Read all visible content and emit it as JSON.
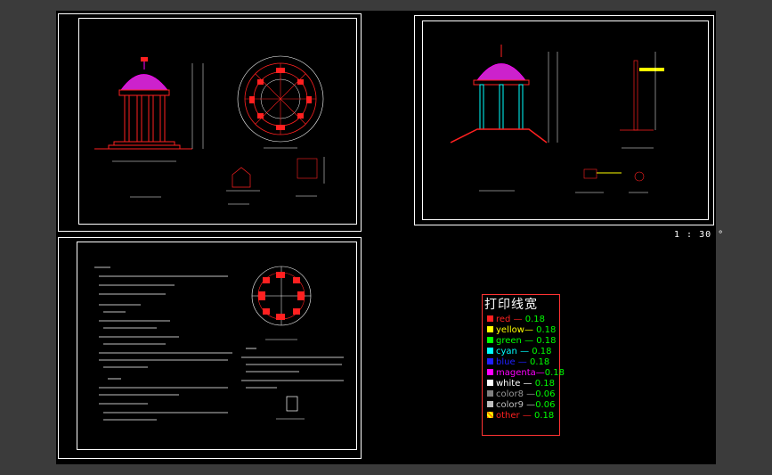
{
  "viewer": {
    "scale_label": "1 : 30 °"
  },
  "legend": {
    "title": "打印线宽",
    "entries": [
      {
        "name": "red",
        "dash": " — ",
        "value": "0.18",
        "color": "#ff2020",
        "text_color": "#ff2020"
      },
      {
        "name": "yellow",
        "dash": "— ",
        "value": "0.18",
        "color": "#ffff00",
        "text_color": "#ffff00"
      },
      {
        "name": "green",
        "dash": " — ",
        "value": "0.18",
        "color": "#00ff00",
        "text_color": "#00ff00"
      },
      {
        "name": "cyan",
        "dash": " — ",
        "value": "0.18",
        "color": "#00ffff",
        "text_color": "#00ffff"
      },
      {
        "name": "blue",
        "dash": " — ",
        "value": "0.18",
        "color": "#2020ff",
        "text_color": "#2020ff"
      },
      {
        "name": "magenta",
        "dash": "—",
        "value": "0.18",
        "color": "#ff00ff",
        "text_color": "#ff00ff"
      },
      {
        "name": "white",
        "dash": " — ",
        "value": "0.18",
        "color": "#ffffff",
        "text_color": "#ffffff"
      },
      {
        "name": "color8",
        "dash": " —",
        "value": "0.06",
        "color": "#808080",
        "text_color": "#9a9a9a"
      },
      {
        "name": "color9",
        "dash": " —",
        "value": "0.06",
        "color": "#c0c0c0",
        "text_color": "#c0c0c0"
      },
      {
        "name": "other",
        "dash": " — ",
        "value": "0.18",
        "color": "#ff8000",
        "text_color": "#ff2020"
      }
    ]
  },
  "colors": {
    "background": "#000000",
    "frame": "#ffffff",
    "dome": "#cc22cc",
    "structure": "#ff2020",
    "accent": "#00ffff",
    "legend_border": "#ff3333"
  },
  "icons": {
    "legend_other_marker": "hatched-square-icon"
  }
}
